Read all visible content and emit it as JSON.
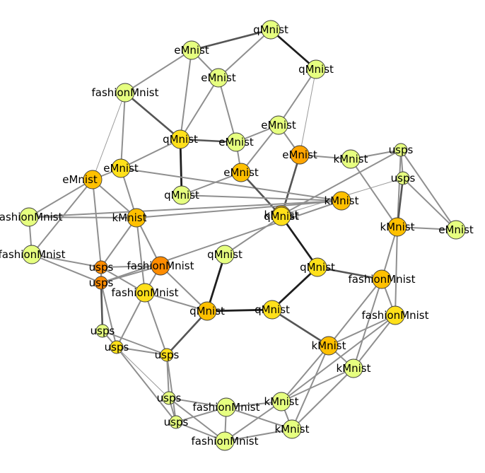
{
  "colors": {
    "pale": "#e6ff80",
    "yellow": "#ffe01a",
    "gold": "#ffc000",
    "amber": "#ffa500",
    "orange": "#ff8c00",
    "node_stroke": "#3a3a3a"
  },
  "nodes": [
    {
      "id": "n1",
      "label": "qMnist",
      "color": "pale"
    },
    {
      "id": "n2",
      "label": "qMnist",
      "color": "pale"
    },
    {
      "id": "n3",
      "label": "eMnist",
      "color": "pale"
    },
    {
      "id": "n4",
      "label": "eMnist",
      "color": "pale"
    },
    {
      "id": "n5",
      "label": "fashionMnist",
      "color": "pale"
    },
    {
      "id": "n6",
      "label": "eMnist",
      "color": "pale"
    },
    {
      "id": "n7",
      "label": "eMnist",
      "color": "pale"
    },
    {
      "id": "n8",
      "label": "qMnist",
      "color": "yellow"
    },
    {
      "id": "n9",
      "label": "eMnist",
      "color": "amber"
    },
    {
      "id": "n10",
      "label": "kMnist",
      "color": "pale"
    },
    {
      "id": "n11",
      "label": "usps",
      "color": "pale"
    },
    {
      "id": "n12",
      "label": "usps",
      "color": "pale"
    },
    {
      "id": "n13",
      "label": "eMnist",
      "color": "yellow"
    },
    {
      "id": "n14",
      "label": "eMnist",
      "color": "gold"
    },
    {
      "id": "n15",
      "label": "eMnist",
      "color": "gold"
    },
    {
      "id": "n16",
      "label": "qMnist",
      "color": "pale"
    },
    {
      "id": "n17",
      "label": "kMnist",
      "color": "gold"
    },
    {
      "id": "n18",
      "label": "fashionMnist",
      "color": "pale"
    },
    {
      "id": "n19",
      "label": "kMnist",
      "color": "gold"
    },
    {
      "id": "n20",
      "label": "kMnist",
      "color": "gold"
    },
    {
      "id": "n21",
      "label": "qMnist",
      "color": "yellow"
    },
    {
      "id": "n22",
      "label": "kMnist",
      "color": "gold"
    },
    {
      "id": "n23",
      "label": "eMnist",
      "color": "pale"
    },
    {
      "id": "n24",
      "label": "fashionMnist",
      "color": "pale"
    },
    {
      "id": "n25",
      "label": "qMnist",
      "color": "pale"
    },
    {
      "id": "n26",
      "label": "fashionMnist",
      "color": "orange"
    },
    {
      "id": "n27",
      "label": "usps",
      "color": "orange"
    },
    {
      "id": "n28",
      "label": "qMnist",
      "color": "yellow"
    },
    {
      "id": "n29",
      "label": "usps",
      "color": "orange"
    },
    {
      "id": "n30",
      "label": "fashionMnist",
      "color": "gold"
    },
    {
      "id": "n31",
      "label": "fashionMnist",
      "color": "yellow"
    },
    {
      "id": "n32",
      "label": "qMnist",
      "color": "gold"
    },
    {
      "id": "n33",
      "label": "qMnist",
      "color": "yellow"
    },
    {
      "id": "n34",
      "label": "fashionMnist",
      "color": "yellow"
    },
    {
      "id": "n35",
      "label": "usps",
      "color": "pale"
    },
    {
      "id": "n36",
      "label": "usps",
      "color": "yellow"
    },
    {
      "id": "n37",
      "label": "kMnist",
      "color": "gold"
    },
    {
      "id": "n38",
      "label": "usps",
      "color": "yellow"
    },
    {
      "id": "n39",
      "label": "kMnist",
      "color": "pale"
    },
    {
      "id": "n40",
      "label": "usps",
      "color": "pale"
    },
    {
      "id": "n41",
      "label": "fashionMnist",
      "color": "pale"
    },
    {
      "id": "n42",
      "label": "kMnist",
      "color": "pale"
    },
    {
      "id": "n43",
      "label": "usps",
      "color": "pale"
    },
    {
      "id": "n44",
      "label": "kMnist",
      "color": "pale"
    },
    {
      "id": "n45",
      "label": "fashionMnist",
      "color": "pale"
    }
  ],
  "edges": [
    {
      "source": "n1",
      "target": "n2",
      "weight": 3
    },
    {
      "source": "n1",
      "target": "n3",
      "weight": 2
    },
    {
      "source": "n1",
      "target": "n4",
      "weight": 1
    },
    {
      "source": "n2",
      "target": "n6",
      "weight": 1
    },
    {
      "source": "n2",
      "target": "n9",
      "weight": 0
    },
    {
      "source": "n3",
      "target": "n4",
      "weight": 1
    },
    {
      "source": "n3",
      "target": "n5",
      "weight": 1
    },
    {
      "source": "n3",
      "target": "n8",
      "weight": 1
    },
    {
      "source": "n4",
      "target": "n8",
      "weight": 1
    },
    {
      "source": "n4",
      "target": "n7",
      "weight": 1
    },
    {
      "source": "n5",
      "target": "n8",
      "weight": 2
    },
    {
      "source": "n5",
      "target": "n13",
      "weight": 1
    },
    {
      "source": "n5",
      "target": "n14",
      "weight": 0
    },
    {
      "source": "n6",
      "target": "n7",
      "weight": 1
    },
    {
      "source": "n6",
      "target": "n9",
      "weight": 1
    },
    {
      "source": "n6",
      "target": "n15",
      "weight": 1
    },
    {
      "source": "n8",
      "target": "n7",
      "weight": 2
    },
    {
      "source": "n8",
      "target": "n16",
      "weight": 3
    },
    {
      "source": "n8",
      "target": "n13",
      "weight": 1
    },
    {
      "source": "n7",
      "target": "n15",
      "weight": 1
    },
    {
      "source": "n9",
      "target": "n10",
      "weight": 1
    },
    {
      "source": "n9",
      "target": "n19",
      "weight": 1
    },
    {
      "source": "n9",
      "target": "n21",
      "weight": 2
    },
    {
      "source": "n10",
      "target": "n11",
      "weight": 1
    },
    {
      "source": "n10",
      "target": "n20",
      "weight": 1
    },
    {
      "source": "n11",
      "target": "n12",
      "weight": 1
    },
    {
      "source": "n11",
      "target": "n19",
      "weight": 1
    },
    {
      "source": "n11",
      "target": "n20",
      "weight": 1
    },
    {
      "source": "n11",
      "target": "n23",
      "weight": 1
    },
    {
      "source": "n12",
      "target": "n19",
      "weight": 0
    },
    {
      "source": "n12",
      "target": "n20",
      "weight": 2
    },
    {
      "source": "n12",
      "target": "n23",
      "weight": 1
    },
    {
      "source": "n13",
      "target": "n14",
      "weight": 1
    },
    {
      "source": "n13",
      "target": "n17",
      "weight": 1
    },
    {
      "source": "n13",
      "target": "n22",
      "weight": 1
    },
    {
      "source": "n14",
      "target": "n18",
      "weight": 1
    },
    {
      "source": "n14",
      "target": "n24",
      "weight": 1
    },
    {
      "source": "n14",
      "target": "n22",
      "weight": 1
    },
    {
      "source": "n14",
      "target": "n27",
      "weight": 1
    },
    {
      "source": "n15",
      "target": "n16",
      "weight": 1
    },
    {
      "source": "n15",
      "target": "n21",
      "weight": 2
    },
    {
      "source": "n16",
      "target": "n17",
      "weight": 1
    },
    {
      "source": "n17",
      "target": "n18",
      "weight": 1
    },
    {
      "source": "n17",
      "target": "n22",
      "weight": 1
    },
    {
      "source": "n17",
      "target": "n29",
      "weight": 1
    },
    {
      "source": "n18",
      "target": "n22",
      "weight": 1
    },
    {
      "source": "n18",
      "target": "n24",
      "weight": 1
    },
    {
      "source": "n19",
      "target": "n21",
      "weight": 2
    },
    {
      "source": "n20",
      "target": "n23",
      "weight": 1
    },
    {
      "source": "n20",
      "target": "n30",
      "weight": 1
    },
    {
      "source": "n20",
      "target": "n34",
      "weight": 1
    },
    {
      "source": "n21",
      "target": "n25",
      "weight": 1
    },
    {
      "source": "n21",
      "target": "n28",
      "weight": 3
    },
    {
      "source": "n22",
      "target": "n26",
      "weight": 1
    },
    {
      "source": "n22",
      "target": "n27",
      "weight": 1
    },
    {
      "source": "n22",
      "target": "n31",
      "weight": 1
    },
    {
      "source": "n24",
      "target": "n27",
      "weight": 1
    },
    {
      "source": "n24",
      "target": "n29",
      "weight": 1
    },
    {
      "source": "n25",
      "target": "n32",
      "weight": 3
    },
    {
      "source": "n26",
      "target": "n27",
      "weight": 1
    },
    {
      "source": "n26",
      "target": "n29",
      "weight": 1
    },
    {
      "source": "n26",
      "target": "n32",
      "weight": 1
    },
    {
      "source": "n26",
      "target": "n31",
      "weight": 1
    },
    {
      "source": "n27",
      "target": "n29",
      "weight": 1
    },
    {
      "source": "n27",
      "target": "n35",
      "weight": 1
    },
    {
      "source": "n27",
      "target": "n31",
      "weight": 1
    },
    {
      "source": "n28",
      "target": "n30",
      "weight": 2
    },
    {
      "source": "n28",
      "target": "n33",
      "weight": 3
    },
    {
      "source": "n29",
      "target": "n35",
      "weight": 2
    },
    {
      "source": "n29",
      "target": "n36",
      "weight": 1
    },
    {
      "source": "n30",
      "target": "n34",
      "weight": 1
    },
    {
      "source": "n30",
      "target": "n37",
      "weight": 1
    },
    {
      "source": "n30",
      "target": "n39",
      "weight": 1
    },
    {
      "source": "n31",
      "target": "n32",
      "weight": 1
    },
    {
      "source": "n31",
      "target": "n38",
      "weight": 1
    },
    {
      "source": "n31",
      "target": "n36",
      "weight": 1
    },
    {
      "source": "n32",
      "target": "n33",
      "weight": 3
    },
    {
      "source": "n32",
      "target": "n38",
      "weight": 2
    },
    {
      "source": "n33",
      "target": "n37",
      "weight": 2
    },
    {
      "source": "n34",
      "target": "n37",
      "weight": 1
    },
    {
      "source": "n34",
      "target": "n39",
      "weight": 1
    },
    {
      "source": "n34",
      "target": "n42",
      "weight": 1
    },
    {
      "source": "n35",
      "target": "n36",
      "weight": 1
    },
    {
      "source": "n35",
      "target": "n38",
      "weight": 1
    },
    {
      "source": "n36",
      "target": "n38",
      "weight": 1
    },
    {
      "source": "n36",
      "target": "n40",
      "weight": 0
    },
    {
      "source": "n36",
      "target": "n43",
      "weight": 1
    },
    {
      "source": "n37",
      "target": "n39",
      "weight": 1
    },
    {
      "source": "n37",
      "target": "n42",
      "weight": 1
    },
    {
      "source": "n37",
      "target": "n44",
      "weight": 1
    },
    {
      "source": "n38",
      "target": "n40",
      "weight": 1
    },
    {
      "source": "n38",
      "target": "n43",
      "weight": 1
    },
    {
      "source": "n39",
      "target": "n42",
      "weight": 1
    },
    {
      "source": "n39",
      "target": "n44",
      "weight": 1
    },
    {
      "source": "n40",
      "target": "n41",
      "weight": 1
    },
    {
      "source": "n40",
      "target": "n43",
      "weight": 1
    },
    {
      "source": "n40",
      "target": "n45",
      "weight": 1
    },
    {
      "source": "n41",
      "target": "n42",
      "weight": 1
    },
    {
      "source": "n41",
      "target": "n43",
      "weight": 1
    },
    {
      "source": "n41",
      "target": "n44",
      "weight": 1
    },
    {
      "source": "n41",
      "target": "n45",
      "weight": 1
    },
    {
      "source": "n42",
      "target": "n44",
      "weight": 1
    },
    {
      "source": "n42",
      "target": "n45",
      "weight": 1
    },
    {
      "source": "n43",
      "target": "n45",
      "weight": 1
    },
    {
      "source": "n44",
      "target": "n45",
      "weight": 1
    }
  ]
}
